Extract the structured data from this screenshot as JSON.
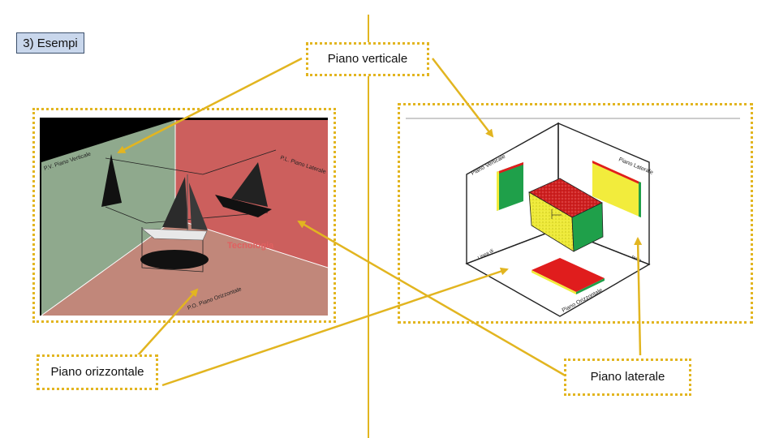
{
  "slide": {
    "title": "3) Esempi"
  },
  "labels": {
    "vertical": "Piano verticale",
    "horizontal": "Piano orizzontale",
    "lateral": "Piano laterale"
  },
  "left_image": {
    "plane_vertical_text": "P.V. Piano Verticale",
    "plane_lateral_text": "P.L. Piano Laterale",
    "plane_horizontal_text": "P.O. Piano Orizzontale",
    "watermark": "Tecnologia"
  },
  "right_image": {
    "plane_vertical_text": "Piano Verticale",
    "plane_lateral_text": "Piano Laterale",
    "plane_horizontal_text": "Piano Orizzontale",
    "axis_text_left": "Linea di",
    "axis_text_right": "terra"
  },
  "colors": {
    "callout_border": "#e2b520",
    "title_fill": "#c9d7ec",
    "left_vertical_plane": "#8fa98d",
    "left_lateral_plane": "#cc5f5d",
    "left_horizontal_plane": "#c1877a",
    "right_red": "#e01d1d",
    "right_green": "#1fa04a",
    "right_yellow": "#f2ec3c"
  }
}
